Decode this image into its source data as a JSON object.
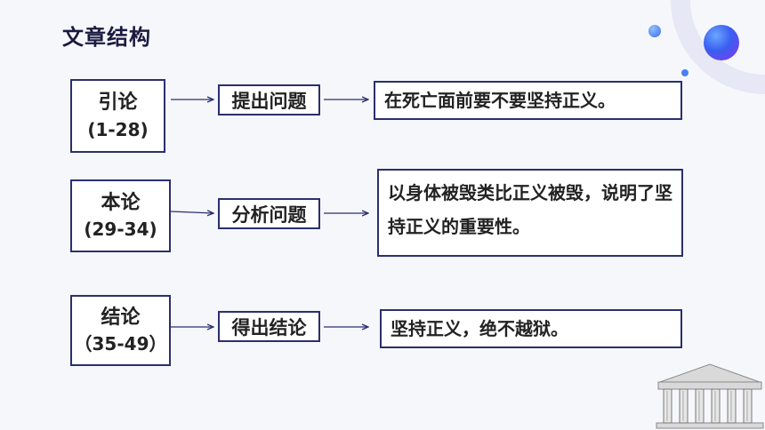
{
  "page": {
    "title": "文章结构"
  },
  "rows": [
    {
      "section": "引论",
      "range": "(1-28)",
      "step": "提出问题",
      "desc": "在死亡面前要不要坚持正义。"
    },
    {
      "section": "本论",
      "range": "(29-34)",
      "step": "分析问题",
      "desc": "以身体被毁类比正义被毁，说明了坚持正义的重要性。"
    },
    {
      "section": "结论",
      "range": "（35-49）",
      "step": "得出结论",
      "desc": "坚持正义，绝不越狱。"
    }
  ],
  "colors": {
    "border": "#2b2f6e",
    "arrow": "#2b2f6e",
    "accent": "#3a6df0",
    "deco_purple": "#7b3df0"
  },
  "decor": {
    "image": "greek-temple-icon"
  }
}
